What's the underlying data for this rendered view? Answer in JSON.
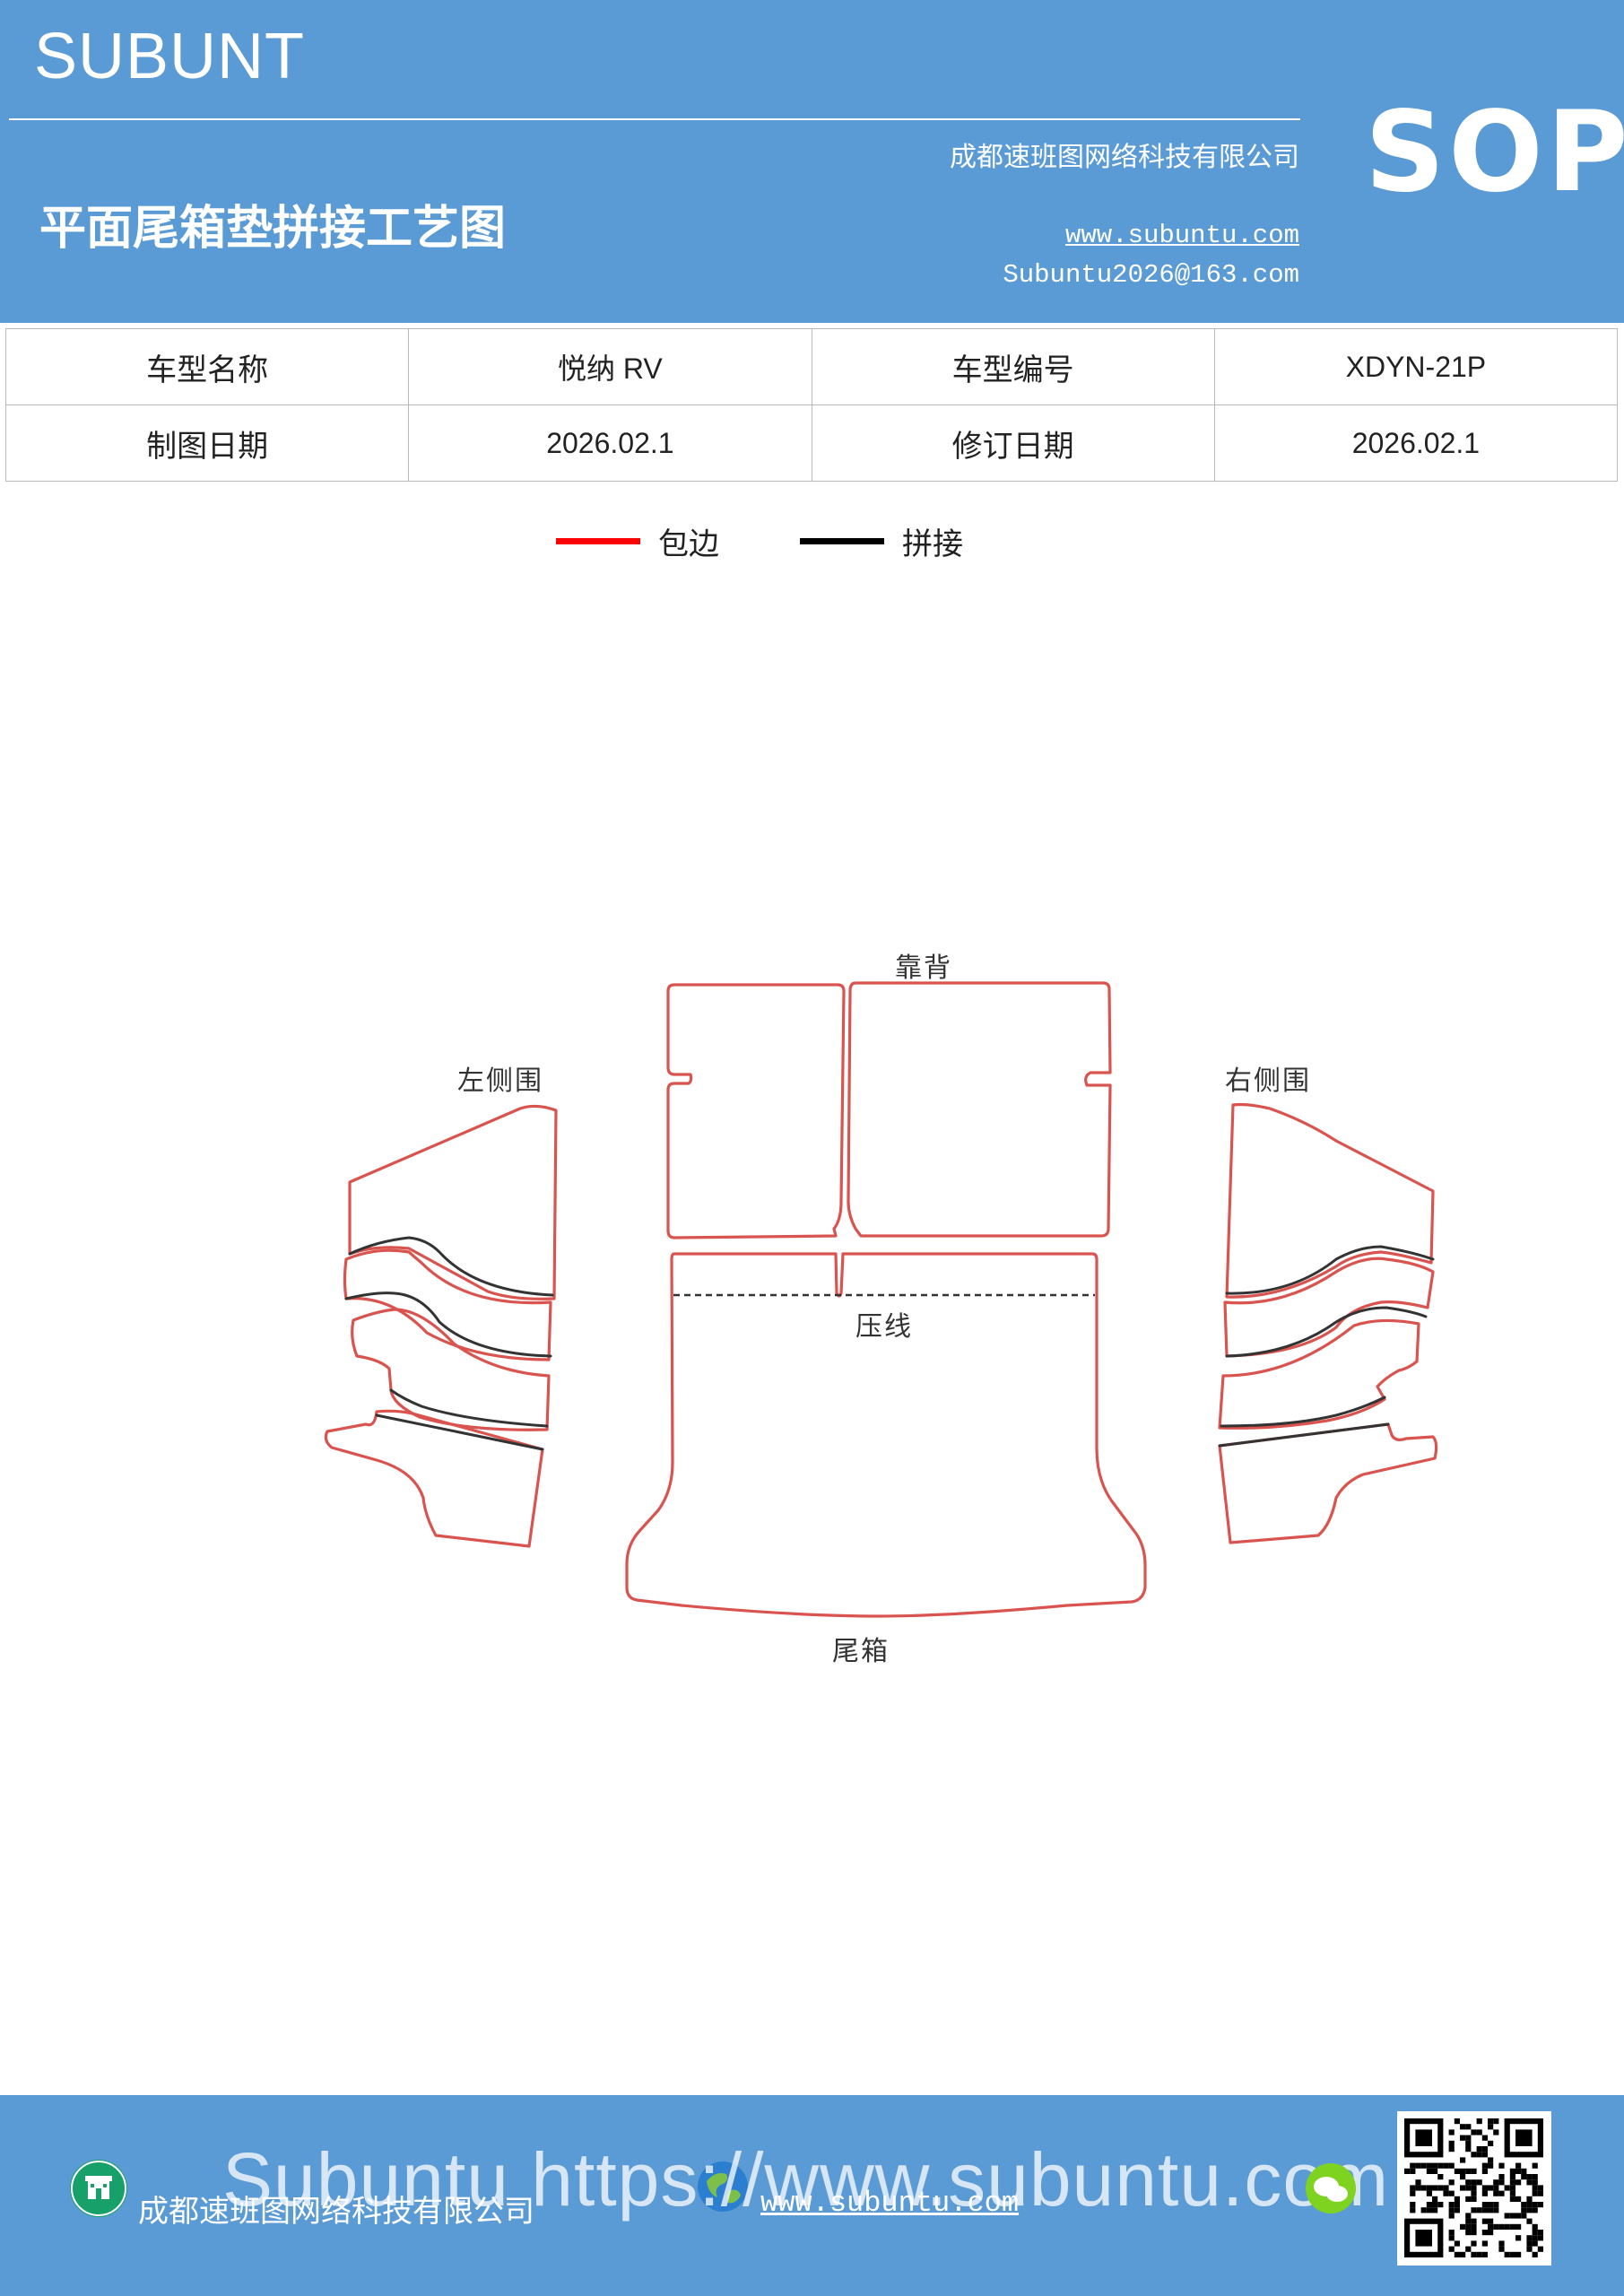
{
  "header": {
    "brand": "SUBUNT",
    "title": "平面尾箱垫拼接工艺图",
    "company": "成都速班图网络科技有限公司",
    "website": "www.subuntu.com",
    "email": "Subuntu2026@163.com",
    "badge": "SOP",
    "background_color": "#5b9bd5"
  },
  "info_table": {
    "rows": [
      [
        "车型名称",
        "悦纳 RV",
        "车型编号",
        "XDYN-21P"
      ],
      [
        "制图日期",
        "2026.02.1",
        "修订日期",
        "2026.02.1"
      ]
    ]
  },
  "legend": {
    "items": [
      {
        "label": "包边",
        "color": "#ff0000"
      },
      {
        "label": "拼接",
        "color": "#000000"
      }
    ]
  },
  "diagram": {
    "labels": {
      "backrest": "靠背",
      "left_side": "左侧围",
      "right_side": "右侧围",
      "press_line": "压线",
      "trunk": "尾箱"
    },
    "edge_color": "#d9534f",
    "seam_color": "#333333"
  },
  "footer": {
    "company": "成都速班图网络科技有限公司",
    "website": "www.subuntu.com",
    "overlay_text": "Subuntu https://www.subuntu.com",
    "icons": [
      "building-icon",
      "globe-icon",
      "wechat-icon",
      "qr-code"
    ]
  }
}
